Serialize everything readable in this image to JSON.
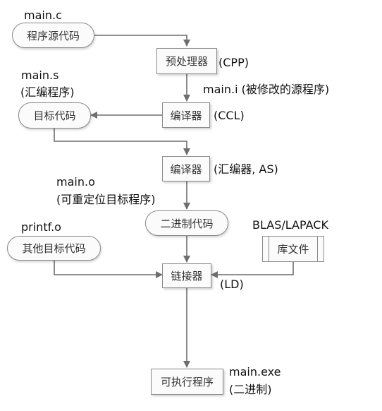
{
  "nodes": {
    "source": "程序源代码",
    "preprocessor": "预处理器",
    "compiler": "编译器",
    "asm_target": "目标代码",
    "assembler": "编译器",
    "binary": "二进制代码",
    "other_targets": "其他目标代码",
    "library": "库文件",
    "linker": "链接器",
    "executable": "可执行程序"
  },
  "labels": {
    "main_c": "main.c",
    "cpp": "(CPP)",
    "main_i": "main.i (被修改的源程序)",
    "main_s": "main.s",
    "asm_prog": "(汇编程序)",
    "ccl": "(CCL)",
    "as": "(汇编器, AS)",
    "main_o": "main.o",
    "relocatable": "(可重定位目标程序)",
    "printf_o": "printf.o",
    "blas": "BLAS/LAPACK",
    "ld": "(LD)",
    "main_exe": "main.exe",
    "binary_note": "(二进制)"
  },
  "colors": {
    "arrow": "#6e6e6e",
    "border": "#8a8a8a",
    "fill": "#fbfbfb"
  }
}
